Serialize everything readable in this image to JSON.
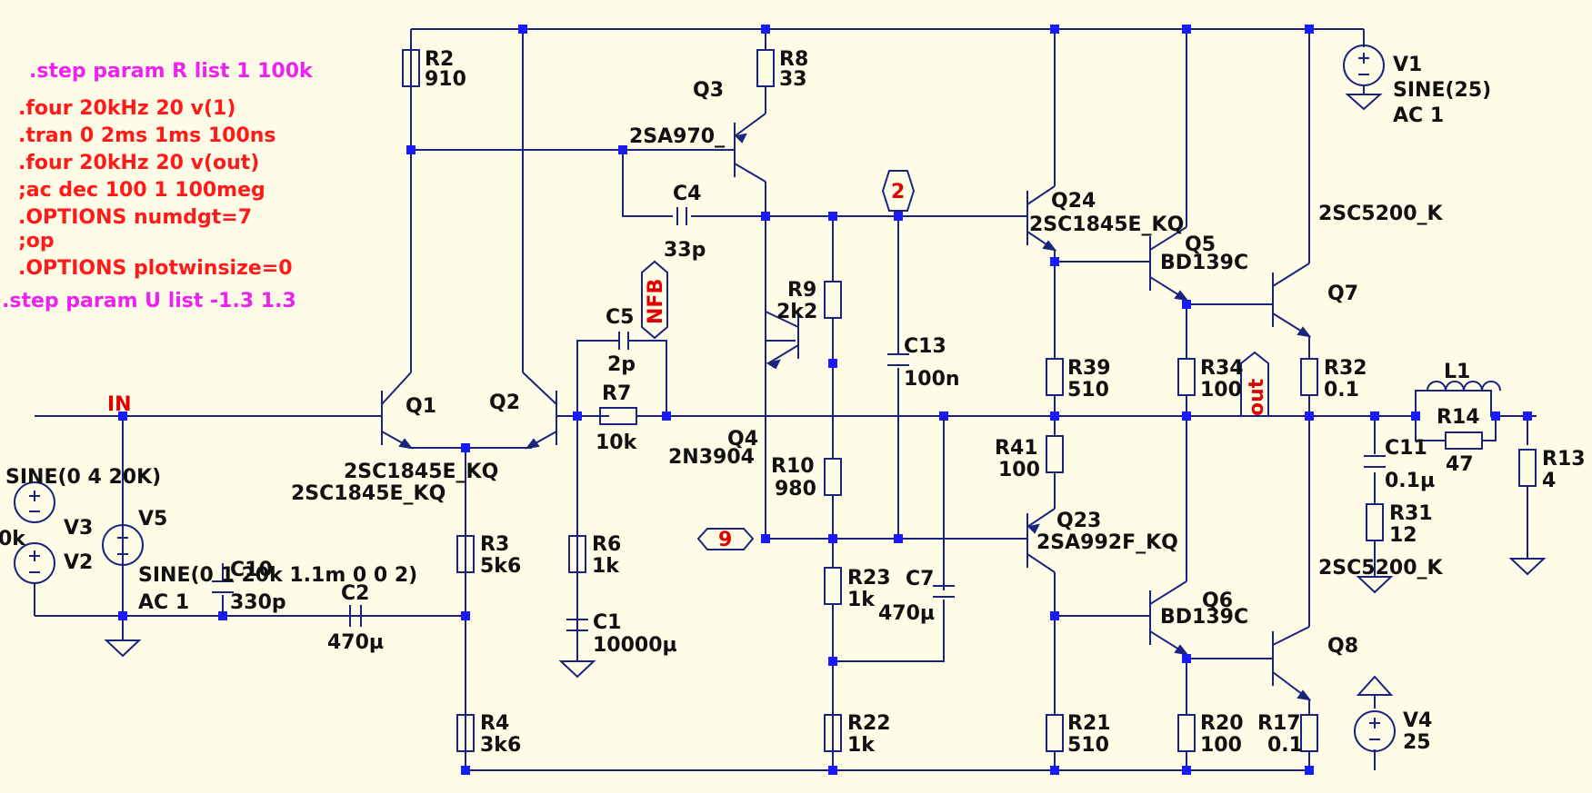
{
  "directives": {
    "step_r": ".step param R list 1 100k",
    "lines": [
      ".four 20kHz 20 v(1)",
      ".tran 0 2ms 1ms 100ns",
      ".four 20kHz 20 v(out)",
      ";ac dec 100 1 100meg",
      ".OPTIONS numdgt=7",
      ";op",
      ".OPTIONS plotwinsize=0"
    ],
    "step_u": ".step param U list -1.3 1.3"
  },
  "nets": {
    "in": "IN",
    "nfb": "NFB",
    "n2": "2",
    "n9": "9",
    "out": "out"
  },
  "components": {
    "R2": {
      "name": "R2",
      "value": "910"
    },
    "R8": {
      "name": "R8",
      "value": "33"
    },
    "Q3": {
      "name": "Q3",
      "model": "2SA970_"
    },
    "C4": {
      "name": "C4",
      "value": "33p"
    },
    "C5": {
      "name": "C5",
      "value": "2p"
    },
    "R7": {
      "name": "R7",
      "value": "10k"
    },
    "Q1": {
      "name": "Q1",
      "model": "2SC1845E_KQ"
    },
    "Q2": {
      "name": "Q2",
      "model": "2SC1845E_KQ"
    },
    "R9": {
      "name": "R9",
      "value": "2k2"
    },
    "Q4": {
      "name": "Q4",
      "model": "2N3904"
    },
    "R10": {
      "name": "R10",
      "value": "980"
    },
    "C13": {
      "name": "C13",
      "value": "100n"
    },
    "R6": {
      "name": "R6",
      "value": "1k"
    },
    "C1": {
      "name": "C1",
      "value": "10000µ"
    },
    "R3": {
      "name": "R3",
      "value": "5k6"
    },
    "R4": {
      "name": "R4",
      "value": "3k6"
    },
    "C2": {
      "name": "C2",
      "value": "470µ"
    },
    "C10": {
      "name": "C10",
      "value": "330p"
    },
    "V3": {
      "name": "V3",
      "value": "SINE(0 4 20K)"
    },
    "V2": {
      "name": "V2",
      "value": "0k"
    },
    "V5": {
      "name": "V5",
      "value": "SINE(0 1 20k 1.1m 0 0 2)",
      "ac": "AC 1"
    },
    "R23": {
      "name": "R23",
      "value": "1k"
    },
    "C7": {
      "name": "C7",
      "value": "470µ"
    },
    "R22": {
      "name": "R22",
      "value": "1k"
    },
    "Q24": {
      "name": "Q24",
      "model": "2SC1845E_KQ"
    },
    "R39": {
      "name": "R39",
      "value": "510"
    },
    "R41": {
      "name": "R41",
      "value": "100"
    },
    "Q23": {
      "name": "Q23",
      "model": "2SA992F_KQ"
    },
    "R21": {
      "name": "R21",
      "value": "510"
    },
    "Q5": {
      "name": "Q5",
      "model": "BD139C"
    },
    "Q6": {
      "name": "Q6",
      "model": "BD139C"
    },
    "R34": {
      "name": "R34",
      "value": "100"
    },
    "R20": {
      "name": "R20",
      "value": "100"
    },
    "Q7": {
      "name": "Q7",
      "model": "2SC5200_K"
    },
    "Q8": {
      "name": "Q8",
      "model": "2SC5200_K"
    },
    "R32": {
      "name": "R32",
      "value": "0.1"
    },
    "R17": {
      "name": "R17",
      "value": "0.1"
    },
    "V1": {
      "name": "V1",
      "value": "SINE(25)",
      "ac": "AC 1"
    },
    "V4": {
      "name": "V4",
      "value": "25"
    },
    "L1": {
      "name": "L1"
    },
    "R14": {
      "name": "R14",
      "value": "47"
    },
    "C11": {
      "name": "C11",
      "value": "0.1µ"
    },
    "R31": {
      "name": "R31",
      "value": "12"
    },
    "R13": {
      "name": "R13",
      "value": "4"
    }
  },
  "colors": {
    "background": "#fefbe7",
    "wire": "#1a237e",
    "junction": "#1a1aff",
    "directive": "#ff1a1a",
    "step_directive": "#ee22ee",
    "flag_text": "#e00000"
  }
}
